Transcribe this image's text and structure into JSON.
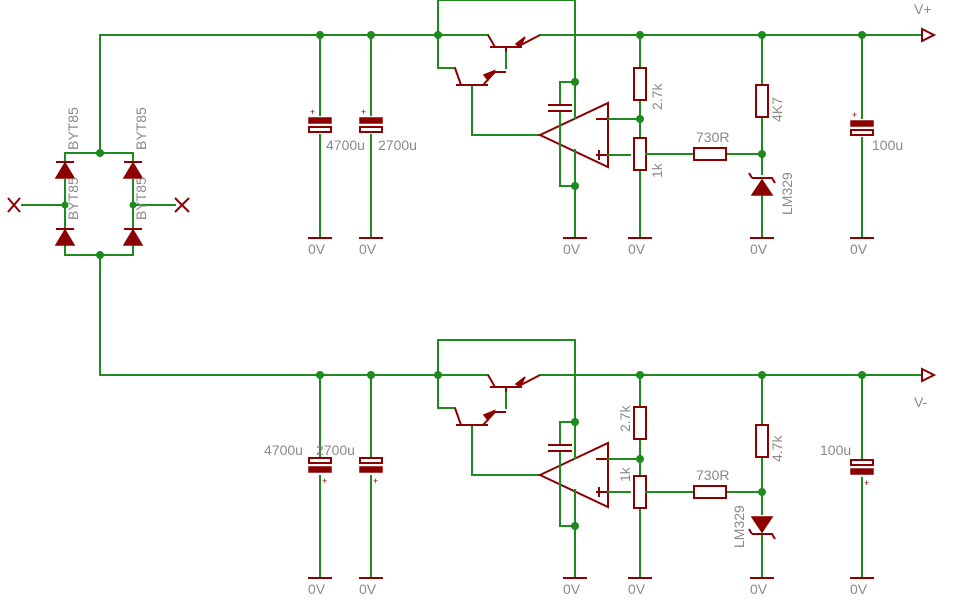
{
  "rails": {
    "positive": "V+",
    "negative": "V-"
  },
  "ground": "0V",
  "rectifier": {
    "diode_labels": [
      "BYT85",
      "BYT85",
      "BYT85",
      "BYT85"
    ]
  },
  "positive_regulator": {
    "caps": [
      "4700u",
      "2700u",
      "100u"
    ],
    "r_top": "2.7k",
    "r_bottom": "1k",
    "r_series": "730R",
    "r_zener": "4K7",
    "zener": "LM329"
  },
  "negative_regulator": {
    "caps": [
      "4700u",
      "2700u",
      "100u"
    ],
    "r_top": "2.7k",
    "r_bottom": "1k",
    "r_series": "730R",
    "r_zener": "4.7k",
    "zener": "LM329"
  }
}
